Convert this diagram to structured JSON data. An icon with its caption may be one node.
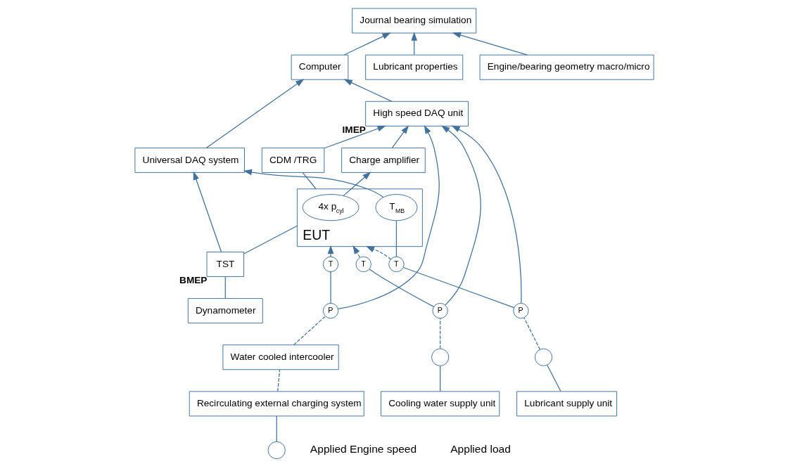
{
  "diagram": {
    "nodes": [
      {
        "text": [
          "Dynamometer"
        ]
      },
      {
        "text": [
          "TST"
        ],
        "beside": [
          "BMEP"
        ]
      },
      {
        "text": [
          "EUT"
        ]
      },
      {
        "text": [
          "T$_{MB}$"
        ],
        "in": 2
      },
      {
        "text": [
          "4x p$_{cyl}$"
        ],
        "in": 2
      },
      {
        "text": [
          "CDM /TRG"
        ]
      },
      {
        "text": [
          "Charge amplifier"
        ]
      },
      {
        "text": [
          "High speed DAQ unit"
        ],
        "beside": [
          "IMEP"
        ]
      },
      {
        "text": [
          "Universal DAQ system"
        ]
      },
      {
        "text": [
          "Computer"
        ]
      },
      {
        "text": [
          "Journal bearing simulation"
        ]
      },
      {
        "text": [
          "Lubricant properties"
        ]
      },
      {
        "text": [
          "Engine/bearing geometry macro/micro"
        ]
      },
      {
        "text": [
          "T"
        ]
      },
      {
        "text": [
          "T"
        ]
      },
      {
        "text": [
          "T"
        ]
      },
      {
        "text": [
          "P"
        ]
      },
      {
        "text": [
          "P"
        ]
      },
      {
        "text": [
          "P"
        ]
      },
      {
        "text": [
          "Lubricant supply unit"
        ]
      },
      {
        "text": [],
        "shape": "circle"
      },
      {
        "text": [
          "Cooling water supply unit"
        ]
      },
      {
        "text": [],
        "shape": "circle"
      },
      {
        "text": [],
        "shape": "circle"
      },
      {
        "text": [
          "Recirculating external charging system"
        ]
      },
      {
        "text": [
          "Water cooled intercooler"
        ]
      }
    ],
    "edges": [
      {
        "from": 0,
        "to": 1,
        "arrow": "none"
      },
      {
        "from": 1,
        "to": 2,
        "arrow": "none"
      },
      {
        "from": 1,
        "to": 8,
        "arrow": "to"
      },
      {
        "from": 3,
        "to": 8,
        "arrow": "to"
      },
      {
        "from": 4,
        "to": 6,
        "arrow": "to"
      },
      {
        "from": 6,
        "to": 7,
        "arrow": "to"
      },
      {
        "from": 5,
        "to": 7,
        "arrow": "to"
      },
      {
        "from": 2,
        "to": 5,
        "arrow": "none"
      },
      {
        "from": 8,
        "to": 9,
        "arrow": "to"
      },
      {
        "from": 7,
        "to": 9,
        "arrow": "to"
      },
      {
        "from": 9,
        "to": 10,
        "arrow": "to"
      },
      {
        "from": 11,
        "to": 10,
        "arrow": "to"
      },
      {
        "from": 12,
        "to": 10,
        "arrow": "to"
      },
      {
        "from": 13,
        "to": 2,
        "arrow": "to",
        "style": "dashed"
      },
      {
        "from": 14,
        "to": 2,
        "arrow": "to",
        "style": "dashed"
      },
      {
        "from": 15,
        "to": 2,
        "arrow": "to",
        "style": "dashed"
      },
      {
        "from": 16,
        "to": 13,
        "arrow": "none"
      },
      {
        "from": 17,
        "to": 14,
        "arrow": "none"
      },
      {
        "from": 18,
        "to": 15,
        "arrow": "none"
      },
      {
        "from": 13,
        "to": 3,
        "arrow": "none"
      },
      {
        "from": 16,
        "to": 7,
        "arrow": "to"
      },
      {
        "from": 17,
        "to": 7,
        "arrow": "to"
      },
      {
        "from": 18,
        "to": 7,
        "arrow": "to"
      },
      {
        "from": 19,
        "to": 20,
        "arrow": "none"
      },
      {
        "from": 20,
        "to": 16,
        "arrow": "none",
        "style": "dashed"
      },
      {
        "from": 21,
        "to": 22,
        "arrow": "none"
      },
      {
        "from": 22,
        "to": 17,
        "arrow": "none",
        "style": "dashed"
      },
      {
        "from": 23,
        "to": 24,
        "arrow": "none"
      },
      {
        "from": 24,
        "to": 25,
        "arrow": "none",
        "style": "dashed"
      },
      {
        "from": 25,
        "to": 18,
        "arrow": "none",
        "style": "dashed"
      }
    ],
    "labels": [
      "Applied Engine speed",
      "Applied load"
    ]
  }
}
